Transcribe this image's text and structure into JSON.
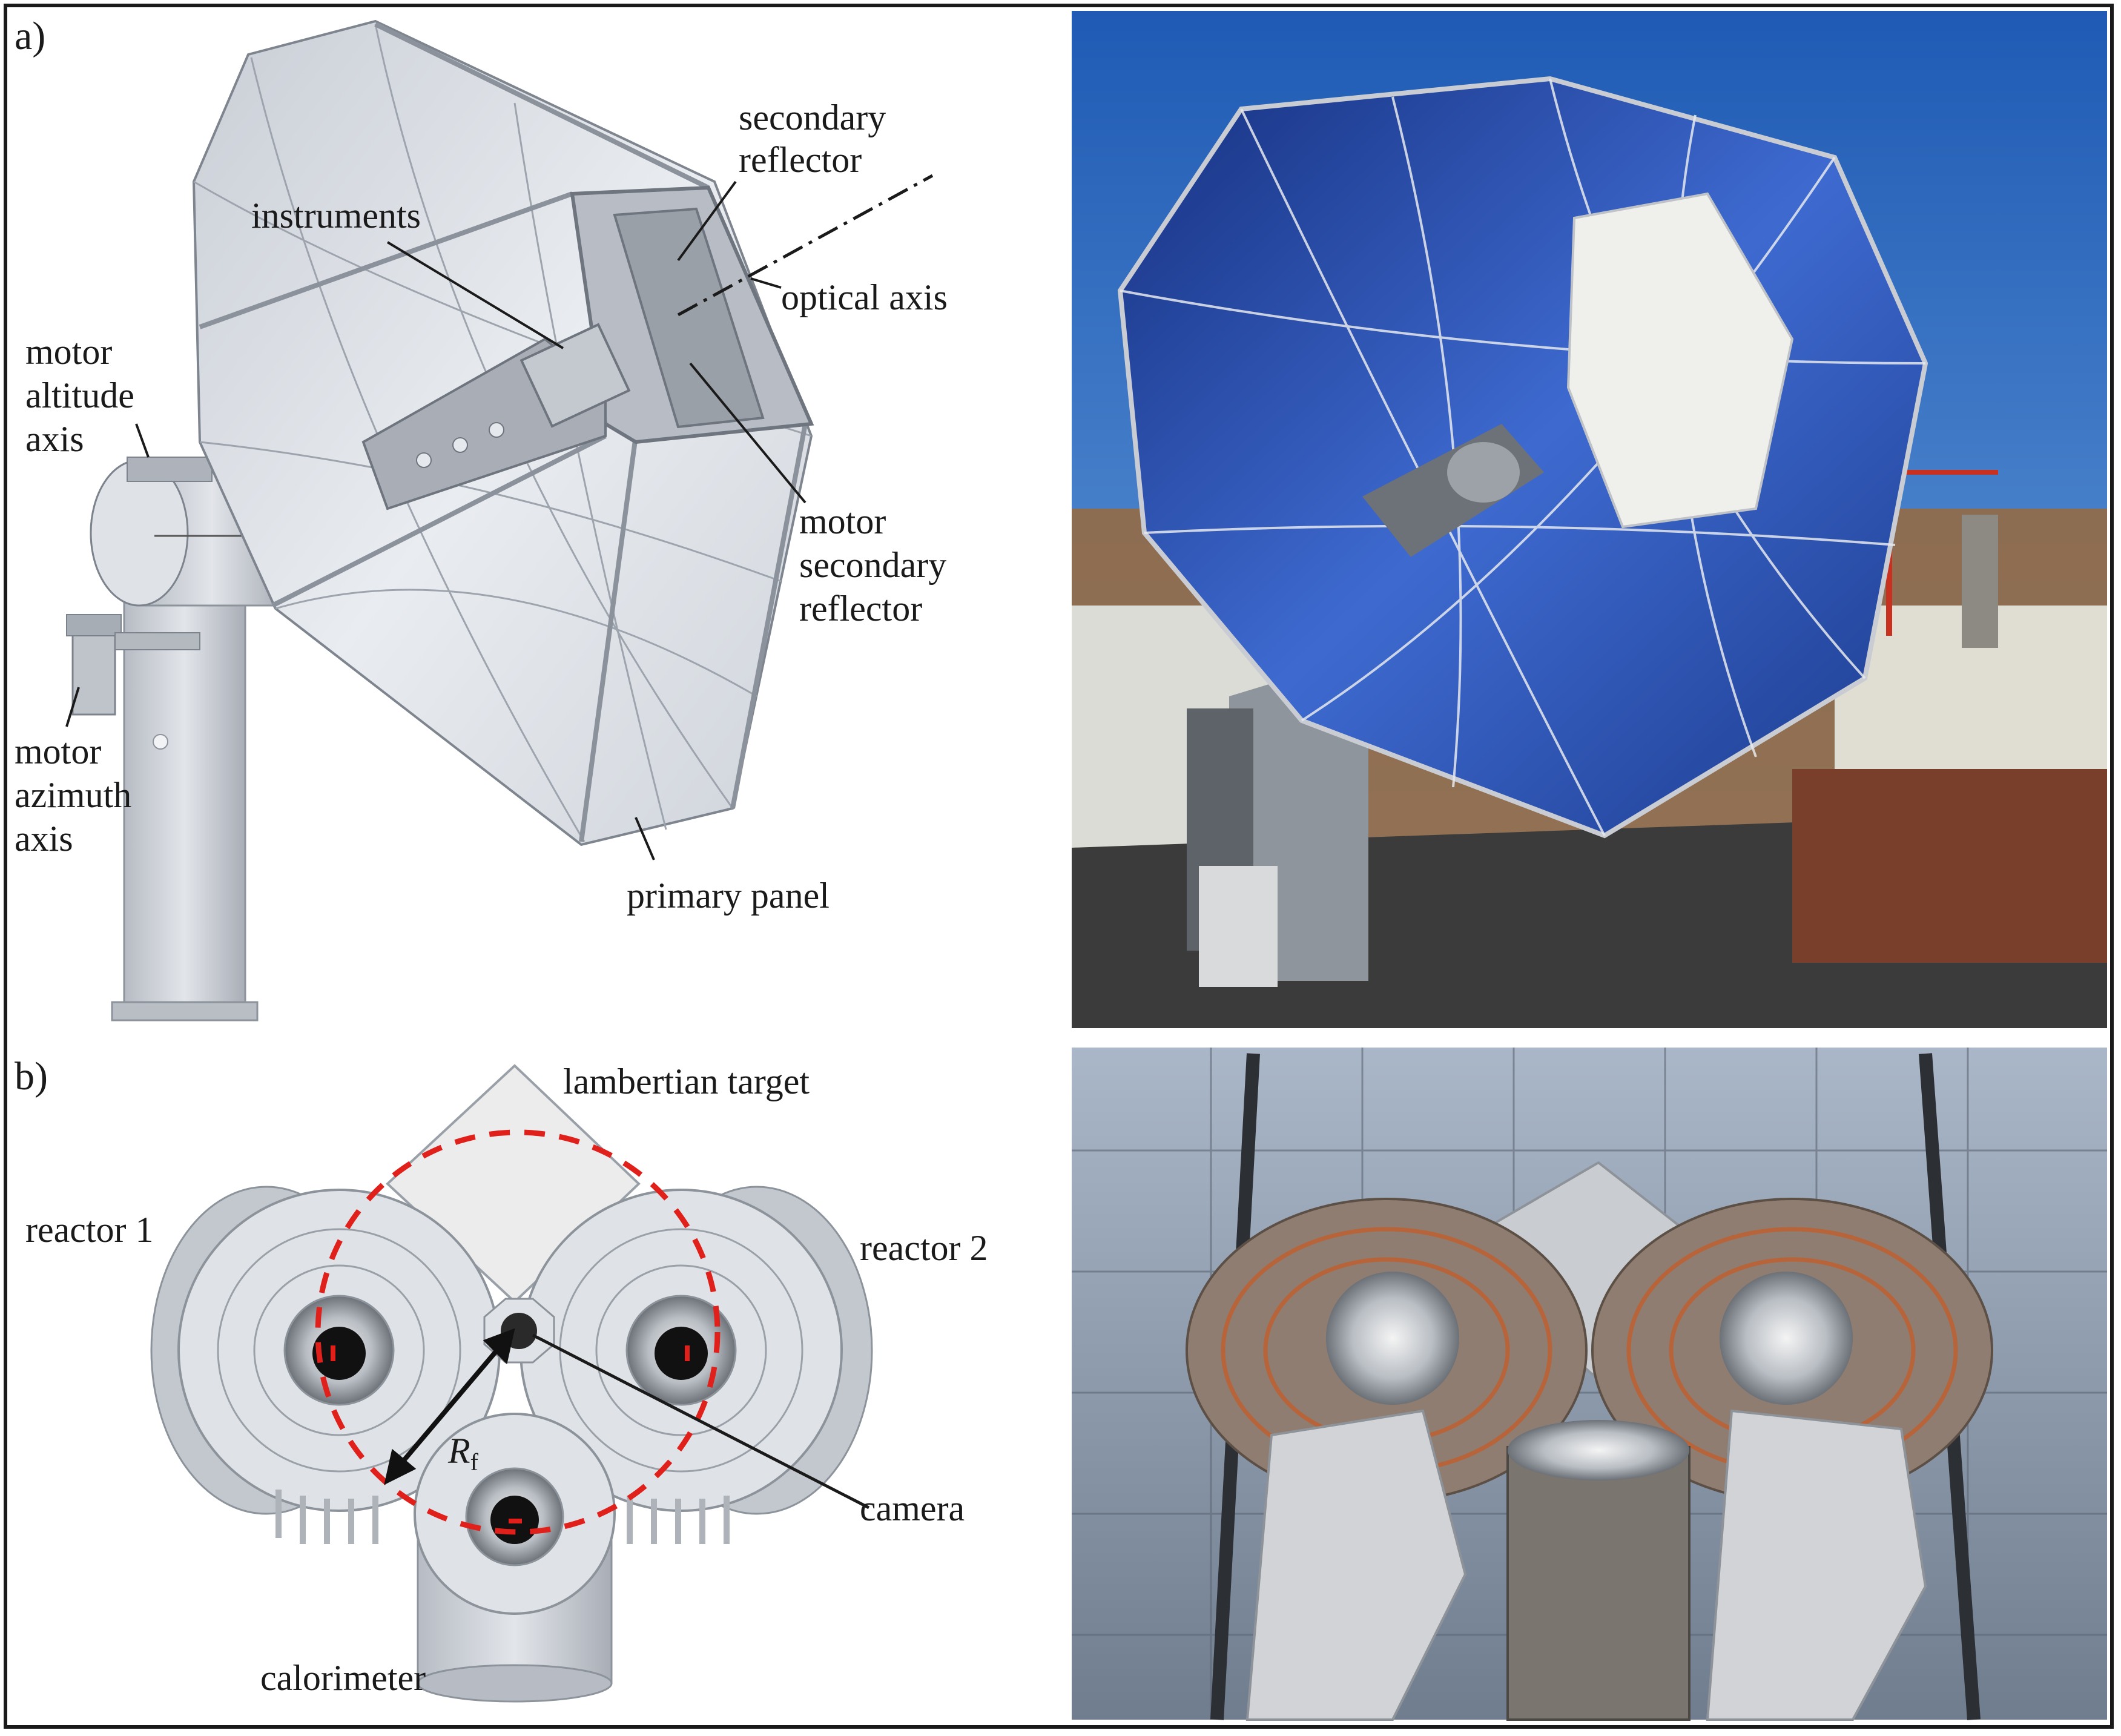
{
  "panels": {
    "a": {
      "letter": "a)",
      "labels": {
        "secondary_reflector_1": "secondary",
        "secondary_reflector_2": "reflector",
        "instruments": "instruments",
        "optical_axis": "optical axis",
        "motor_altitude_1": "motor",
        "motor_altitude_2": "altitude",
        "motor_altitude_3": "axis",
        "motor_secondary_1": "motor",
        "motor_secondary_2": "secondary",
        "motor_secondary_3": "reflector",
        "motor_azimuth_1": "motor",
        "motor_azimuth_2": "azimuth",
        "motor_azimuth_3": "axis",
        "primary_panel": "primary panel"
      }
    },
    "b": {
      "letter": "b)",
      "labels": {
        "lambertian_target": "lambertian target",
        "reactor_1": "reactor 1",
        "reactor_2": "reactor 2",
        "camera": "camera",
        "calorimeter": "calorimeter",
        "radius_symbol": "R",
        "radius_subscript": "f"
      }
    }
  },
  "colors": {
    "frame": "#1a1a1a",
    "render_metal": "#d9dde3",
    "render_shadow": "#9aa0a8",
    "sky_blue": "#2a62b8",
    "mirror_blue": "#1e3f9e",
    "dashed_circle": "#e0201b",
    "aperture": "#111111",
    "copper": "#b8643a"
  }
}
